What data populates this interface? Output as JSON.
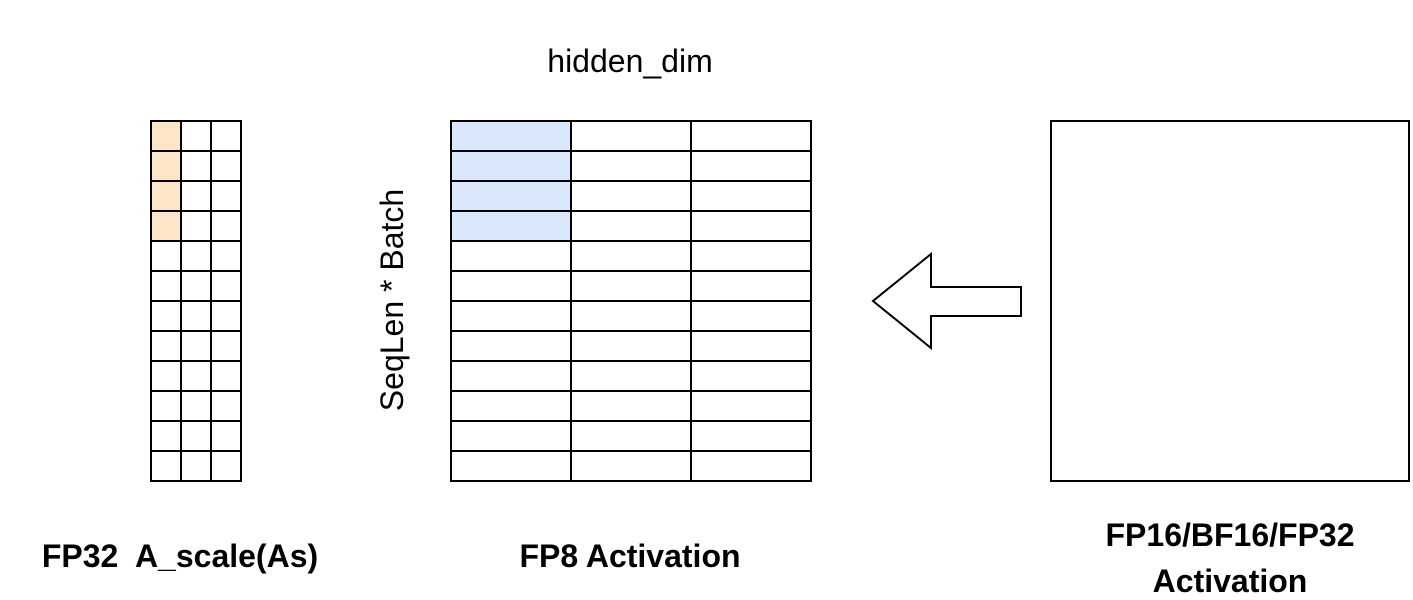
{
  "labels": {
    "hidden_dim": "hidden_dim",
    "seq_batch": "SeqLen * Batch",
    "scale_caption": "FP32  A_scale(As)",
    "fp8_caption": "FP8 Activation",
    "source_caption_line1": "FP16/BF16/FP32",
    "source_caption_line2": "Activation"
  },
  "scale_grid": {
    "rows": 12,
    "cols": 3,
    "highlight_col": 0,
    "highlight_rows": 4,
    "highlight_color": "#fde5c8"
  },
  "fp8_grid": {
    "rows": 12,
    "cols": 3,
    "highlight_col": 0,
    "highlight_rows": 4,
    "highlight_color": "#dae8fc"
  },
  "arrow": {
    "direction": "left",
    "fill": "#ffffff",
    "stroke": "#000000"
  }
}
